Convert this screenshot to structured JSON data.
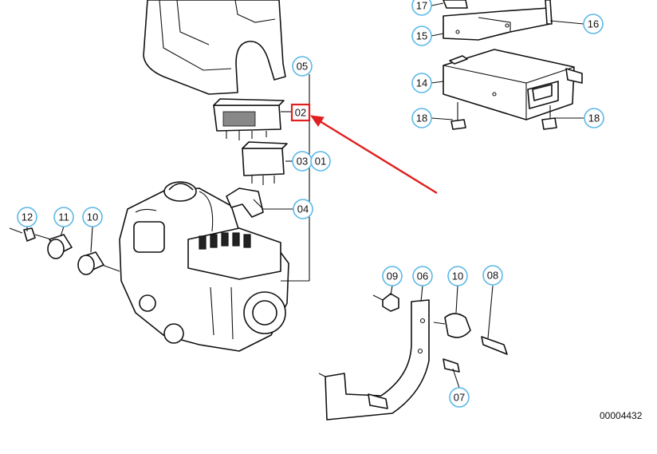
{
  "diagram": {
    "callouts": [
      "17",
      "16",
      "15",
      "14",
      "18",
      "18",
      "05",
      "02",
      "03",
      "01",
      "04",
      "12",
      "11",
      "10",
      "09",
      "06",
      "10",
      "08",
      "07"
    ],
    "highlighted_label": "02",
    "reference_number": "00004432"
  },
  "colors": {
    "callout_ring": "#5cb8e6",
    "highlight_box": "#e02020",
    "arrow": "#e02020",
    "line_art": "#111111",
    "background": "#ffffff"
  }
}
